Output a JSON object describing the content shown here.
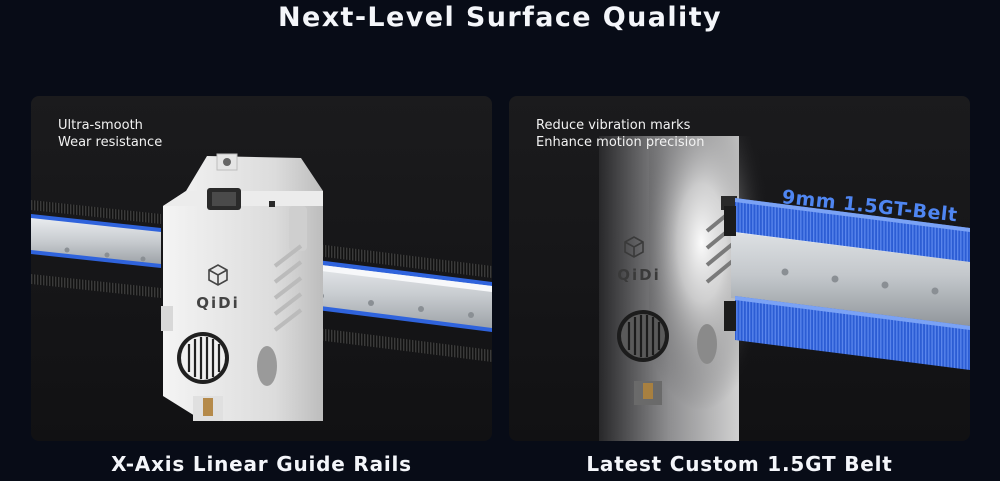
{
  "headline": "Next-Level Surface Quality",
  "colors": {
    "background": "#080c17",
    "panel": "#18181a",
    "accent_blue": "#3d6fe0",
    "belt_blue": "#2e5fd6",
    "callout_text": "#4f86f2"
  },
  "features": [
    {
      "notes": [
        "Ultra-smooth",
        "Wear resistance"
      ],
      "caption": "X-Axis Linear Guide Rails",
      "logo_text": "QiDi"
    },
    {
      "notes": [
        "Reduce vibration marks",
        "Enhance motion precision"
      ],
      "caption": "Latest Custom 1.5GT Belt",
      "callout": "9mm 1.5GT-Belt",
      "logo_text": "QiDi"
    }
  ]
}
